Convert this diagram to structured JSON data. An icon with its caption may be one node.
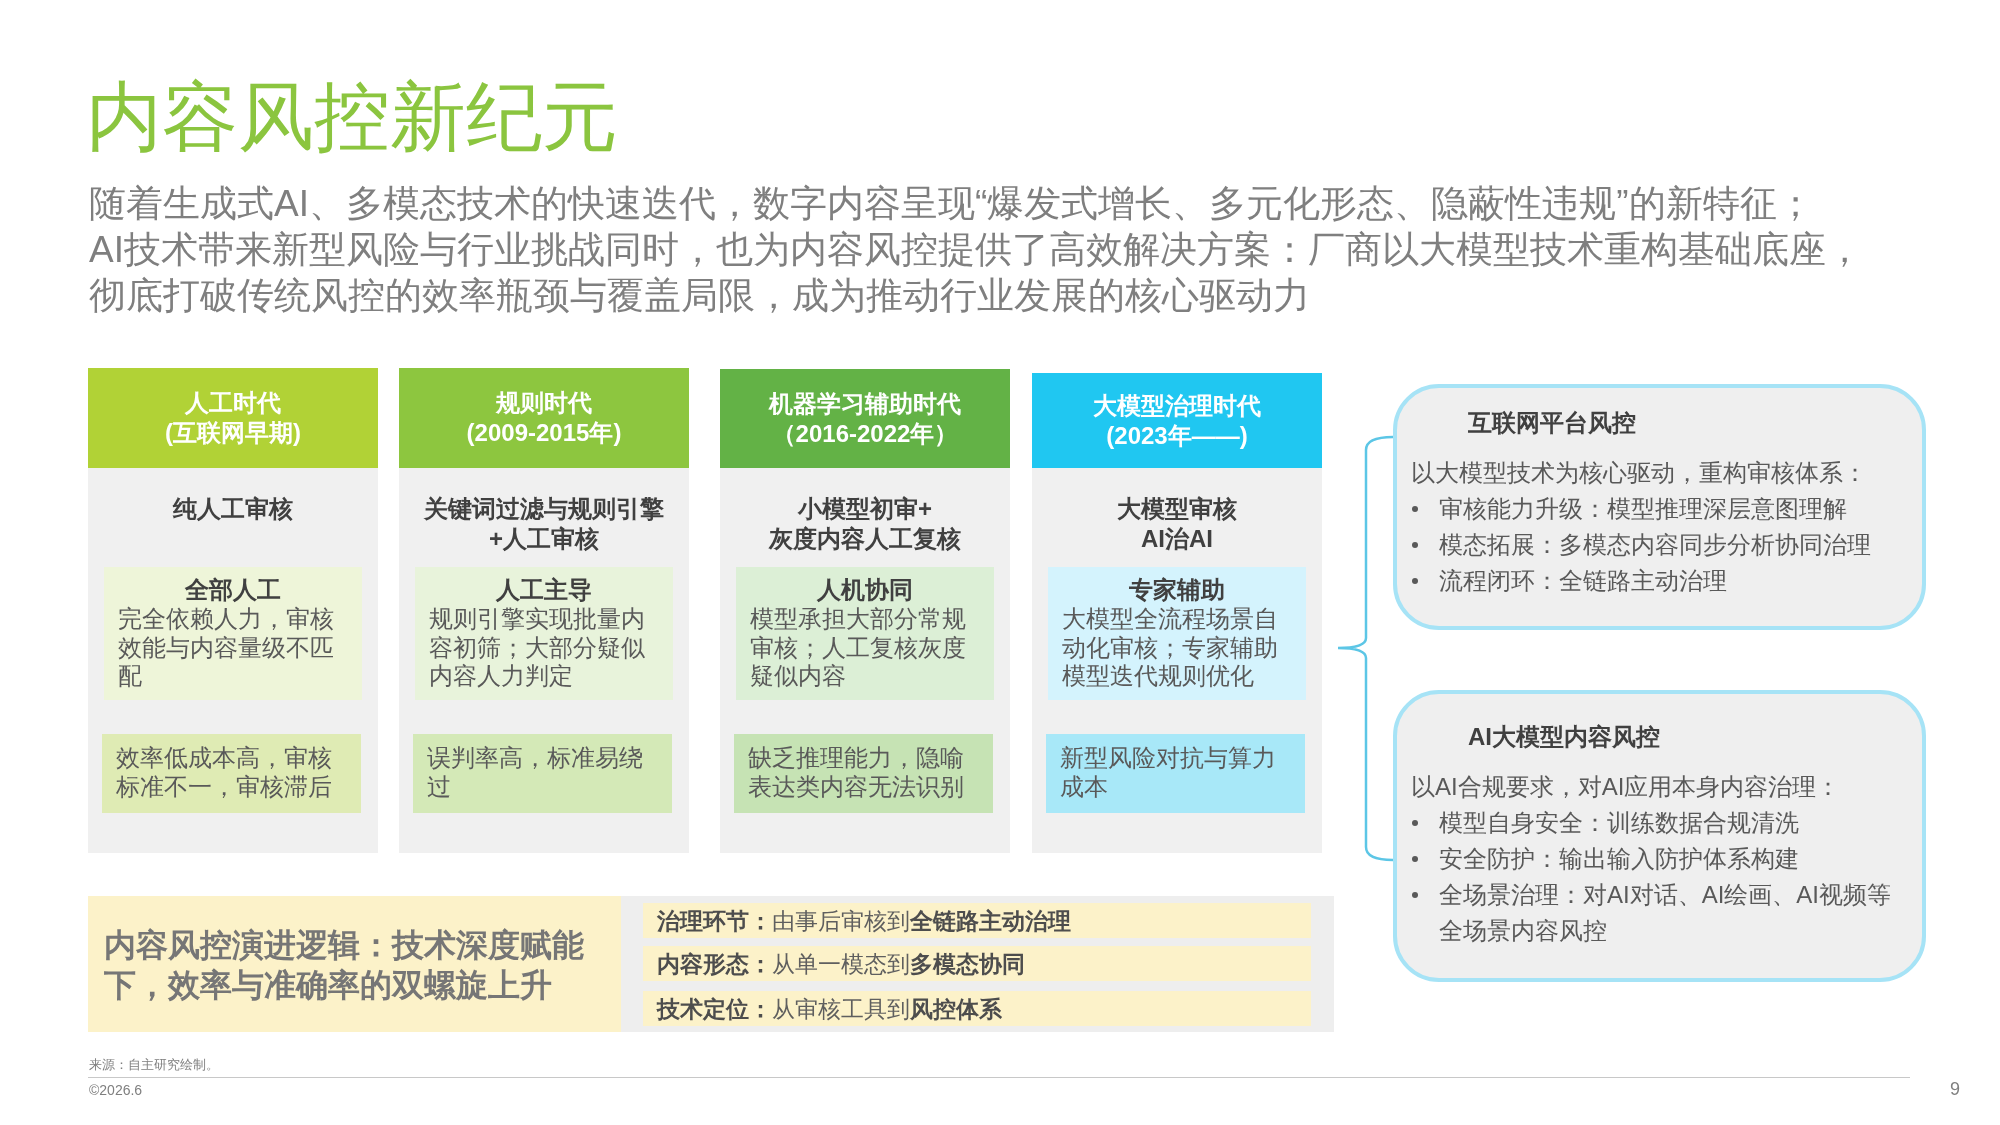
{
  "diagram": {
    "title": "内容风控新纪元",
    "nodes": [
      {
        "text": [
          "人工时代",
          "(互联网早期)"
        ]
      },
      {
        "text": [
          "纯人工审核"
        ]
      },
      {
        "text": [
          "全部人工",
          "完全依赖人力，审核效能与内容量级不匹配"
        ],
        "in": 1
      },
      {
        "text": [
          "效率低成本高，审核标准不一，审核滞后"
        ],
        "in": 1
      },
      {
        "text": [
          "规则时代",
          "(2009-2015年)"
        ]
      },
      {
        "text": [
          "关键词过滤与规则引擎",
          "+人工审核"
        ]
      },
      {
        "text": [
          "人工主导",
          "规则引擎实现批量内容初筛；大部分疑似内容人力判定"
        ],
        "in": 5
      },
      {
        "text": [
          "误判率高，标准易绕过"
        ],
        "in": 5
      },
      {
        "text": [
          "机器学习辅助时代",
          "（2016-2022年）"
        ]
      },
      {
        "text": [
          "小模型初审+",
          "灰度内容人工复核"
        ]
      },
      {
        "text": [
          "人机协同",
          "模型承担大部分常规审核；人工复核灰度疑似内容"
        ],
        "in": 9
      },
      {
        "text": [
          "缺乏推理能力，隐喻表达类内容无法识别"
        ],
        "in": 9
      },
      {
        "text": [
          "大模型治理时代",
          "(2023年——)"
        ]
      },
      {
        "text": [
          "大模型审核",
          "AI治AI"
        ]
      },
      {
        "text": [
          "专家辅助",
          "大模型全流程场景自动化审核；专家辅助模型迭代规则优化"
        ],
        "in": 13
      },
      {
        "text": [
          "新型风险对抗与算力成本"
        ],
        "in": 13
      },
      {
        "text": [
          "互联网平台风控",
          "以大模型技术为核心驱动，重构审核体系：",
          "审核能力升级：模型推理深层意图理解",
          "模态拓展：多模态内容同步分析协同治理",
          "流程闭环：全链路主动治理"
        ]
      },
      {
        "text": [
          "AI大模型内容风控",
          "以AI合规要求，对AI应用本身内容治理：",
          "模型自身安全：训练数据合规清洗",
          "安全防护：输出输入防护体系构建",
          "全场景治理：对AI对话、AI绘画、AI视频等全场景内容风控"
        ]
      },
      {
        "text": [
          "内容风控演进逻辑：技术深度赋能下，效率与准确率的双螺旋上升"
        ]
      },
      {
        "text": [
          "**治理环节：**由事后审核到**全链路主动治理**"
        ]
      },
      {
        "text": [
          "**内容形态：**从单一模态到**多模态协同**"
        ]
      },
      {
        "text": [
          "**技术定位：**从审核工具到**风控体系**"
        ]
      }
    ],
    "labels": [
      "随着生成式AI、多模态技术的快速迭代，数字内容呈现“爆发式增长、多元化形态、隐蔽性违规”的新特征；",
      "AI技术带来新型风险与行业挑战同时，也为内容风控提供了高效解决方案：厂商以大模型技术重构基础底座，彻底打破传统风控的效率瓶颈与覆盖局限，成为推动行业发展的核心驱动力",
      "来源：自主研究绘制。",
      "©2026.6",
      "9"
    ]
  }
}
